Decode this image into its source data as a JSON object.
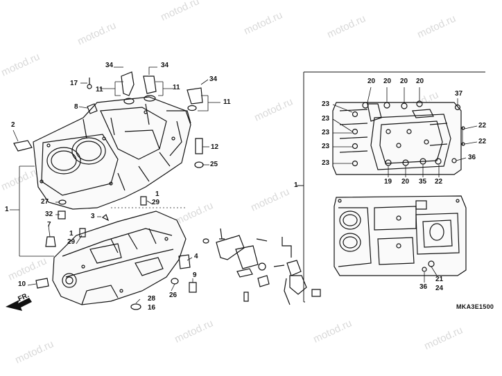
{
  "diagram": {
    "watermark": "motod.ru",
    "figure_code": "MKA3E1500",
    "front_label": "FR.",
    "callouts": [
      {
        "id": "c34a",
        "text": "34"
      },
      {
        "id": "c34b",
        "text": "34"
      },
      {
        "id": "c34c",
        "text": "34"
      },
      {
        "id": "c17",
        "text": "17"
      },
      {
        "id": "c11a",
        "text": "11"
      },
      {
        "id": "c11b",
        "text": "11"
      },
      {
        "id": "c11c",
        "text": "11"
      },
      {
        "id": "c8",
        "text": "8"
      },
      {
        "id": "c2",
        "text": "2"
      },
      {
        "id": "c12",
        "text": "12"
      },
      {
        "id": "c25",
        "text": "25"
      },
      {
        "id": "c1a",
        "text": "1"
      },
      {
        "id": "c1b",
        "text": "1"
      },
      {
        "id": "c1c",
        "text": "1"
      },
      {
        "id": "c1d",
        "text": "1"
      },
      {
        "id": "c29a",
        "text": "29"
      },
      {
        "id": "c29b",
        "text": "29"
      },
      {
        "id": "c27",
        "text": "27"
      },
      {
        "id": "c32",
        "text": "32"
      },
      {
        "id": "c3",
        "text": "3"
      },
      {
        "id": "c7",
        "text": "7"
      },
      {
        "id": "c4",
        "text": "4"
      },
      {
        "id": "c9",
        "text": "9"
      },
      {
        "id": "c10",
        "text": "10"
      },
      {
        "id": "c26",
        "text": "26"
      },
      {
        "id": "c28",
        "text": "28"
      },
      {
        "id": "c16",
        "text": "16"
      },
      {
        "id": "c20a",
        "text": "20"
      },
      {
        "id": "c20b",
        "text": "20"
      },
      {
        "id": "c20c",
        "text": "20"
      },
      {
        "id": "c20d",
        "text": "20"
      },
      {
        "id": "c37",
        "text": "37"
      },
      {
        "id": "c23a",
        "text": "23"
      },
      {
        "id": "c23b",
        "text": "23"
      },
      {
        "id": "c23c",
        "text": "23"
      },
      {
        "id": "c23d",
        "text": "23"
      },
      {
        "id": "c23e",
        "text": "23"
      },
      {
        "id": "c22a",
        "text": "22"
      },
      {
        "id": "c22b",
        "text": "22"
      },
      {
        "id": "c22c",
        "text": "22"
      },
      {
        "id": "c36a",
        "text": "36"
      },
      {
        "id": "c36b",
        "text": "36"
      },
      {
        "id": "c19",
        "text": "19"
      },
      {
        "id": "c20e",
        "text": "20"
      },
      {
        "id": "c35",
        "text": "35"
      },
      {
        "id": "c21",
        "text": "21"
      },
      {
        "id": "c24",
        "text": "24"
      }
    ]
  }
}
